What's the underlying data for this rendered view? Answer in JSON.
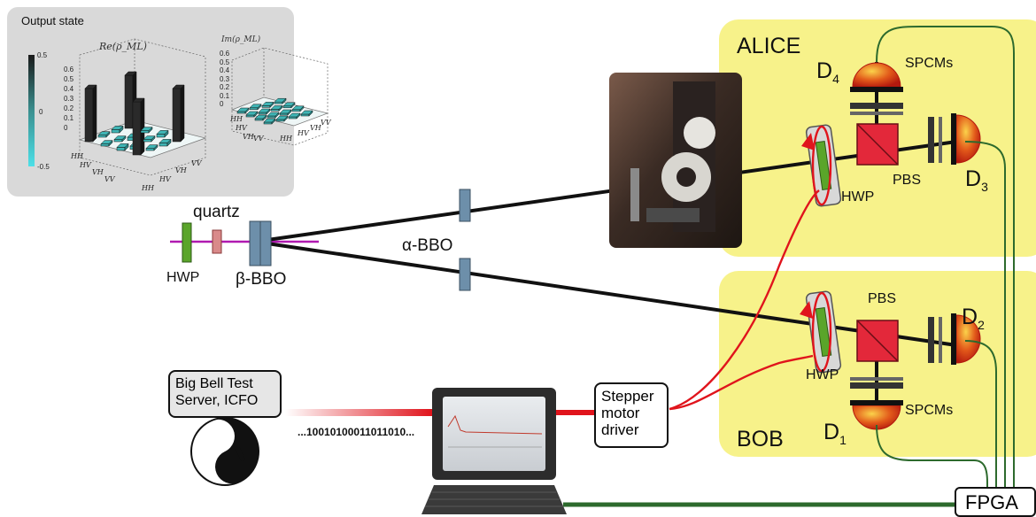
{
  "output_panel": {
    "title": "Output state",
    "re_label": "Re(ρ_ML)",
    "im_label": "Im(ρ_ML)",
    "colorbar_ticks": [
      "0.5",
      "0",
      "-0.5"
    ],
    "re_yticks": [
      "0.6",
      "0.5",
      "0.4",
      "0.3",
      "0.2",
      "0.1",
      "0"
    ],
    "im_yticks": [
      "0.6",
      "0.5",
      "0.4",
      "0.3",
      "0.2",
      "0.1",
      "0"
    ],
    "basis": [
      "HH",
      "HV",
      "VH",
      "VV"
    ],
    "re_values": [
      [
        0.5,
        0.02,
        0.03,
        0.5
      ],
      [
        0.02,
        0.02,
        -0.03,
        0.02
      ],
      [
        0.03,
        -0.03,
        0.02,
        0.03
      ],
      [
        0.5,
        0.02,
        0.03,
        0.5
      ]
    ],
    "im_values": [
      [
        0.0,
        0.02,
        0.01,
        0.03
      ],
      [
        -0.02,
        0.0,
        0.01,
        0.02
      ],
      [
        -0.01,
        -0.01,
        0.0,
        0.02
      ],
      [
        -0.03,
        -0.02,
        -0.02,
        0.0
      ]
    ]
  },
  "source": {
    "quartz": "quartz",
    "hwp": "HWP",
    "bbo_beta": "β-BBO",
    "bbo_alpha": "α-BBO"
  },
  "alice": {
    "title": "ALICE",
    "spcms": "SPCMs",
    "pbs": "PBS",
    "hwp": "HWP",
    "d4_base": "D",
    "d4_sub": "4",
    "d3_base": "D",
    "d3_sub": "3"
  },
  "bob": {
    "title": "BOB",
    "spcms": "SPCMs",
    "pbs": "PBS",
    "hwp": "HWP",
    "d2_base": "D",
    "d2_sub": "2",
    "d1_base": "D",
    "d1_sub": "1"
  },
  "server": {
    "line1": "Big Bell Test",
    "line2": "Server, ICFO"
  },
  "bitstream": "...10010100011011010...",
  "driver": {
    "line1": "Stepper",
    "line2": "motor",
    "line3": "driver"
  },
  "fpga": "FPGA",
  "colors": {
    "yellow_zone": "#f7f28a",
    "panel_bg": "#d9d9d9",
    "beam_pump": "#b01ab0",
    "bar_teal": "#3fb5b5",
    "bar_dark": "#2a2a2a",
    "wire_red": "#e0141c",
    "cable_green": "#2d6a2d",
    "optic_blue": "#6d8faa"
  }
}
